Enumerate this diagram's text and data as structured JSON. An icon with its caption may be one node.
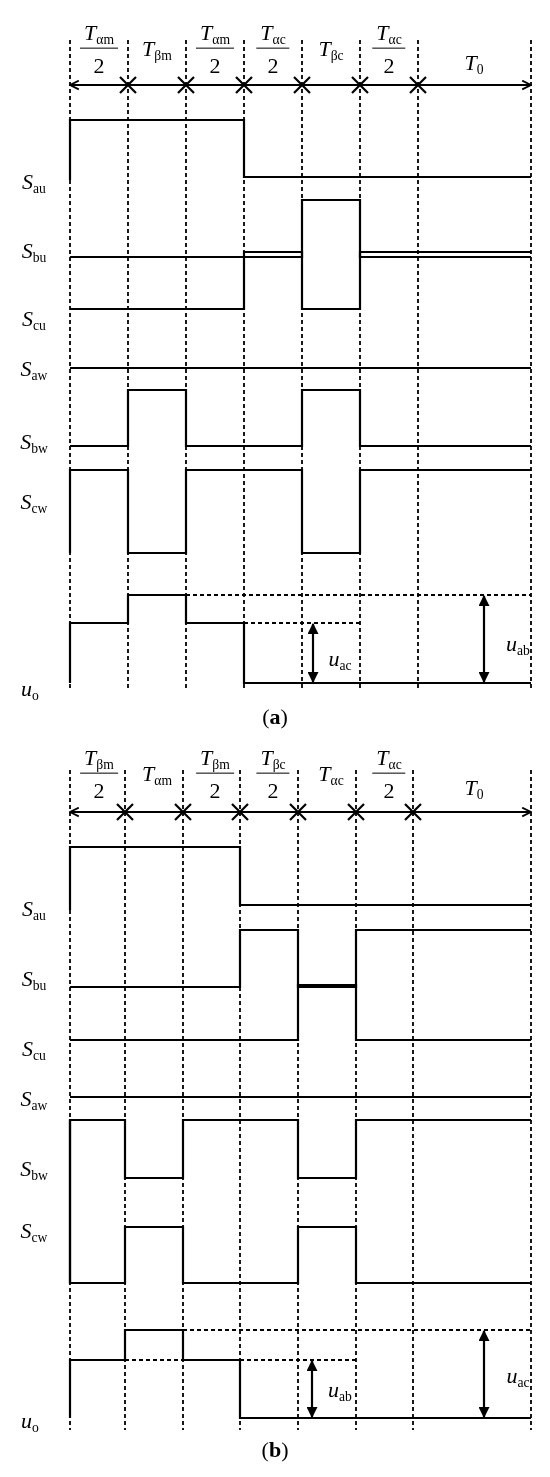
{
  "diagram": {
    "labels": [
      "*T*$_{αm}$",
      "2",
      "*T*$_{βm}$",
      "*T*$_{αm}$",
      "2",
      "*T*$_{αc}$",
      "2",
      "*T*$_{βc}$",
      "*T*$_{αc}$",
      "2",
      "*T*$_{0}$",
      "*S*$_{au}$",
      "*S*$_{bu}$",
      "*S*$_{cu}$",
      "*S*$_{aw}$",
      "*S*$_{bw}$",
      "*S*$_{cw}$",
      "*u*$_{o}$",
      "*u*$_{ac}$",
      "*u*$_{ab}$",
      "(**a**)",
      "*T*$_{βm}$",
      "2",
      "*T*$_{αm}$",
      "*T*$_{βm}$",
      "2",
      "*T*$_{βc}$",
      "2",
      "*T*$_{αc}$",
      "*T*$_{αc}$",
      "2",
      "*T*$_{0}$",
      "*S*$_{au}$",
      "*S*$_{bu}$",
      "*S*$_{cu}$",
      "*S*$_{aw}$",
      "*S*$_{bw}$",
      "*S*$_{cw}$",
      "*u*$_{o}$",
      "*u*$_{ab}$",
      "*u*$_{ac}$",
      "(**b**)"
    ]
  }
}
